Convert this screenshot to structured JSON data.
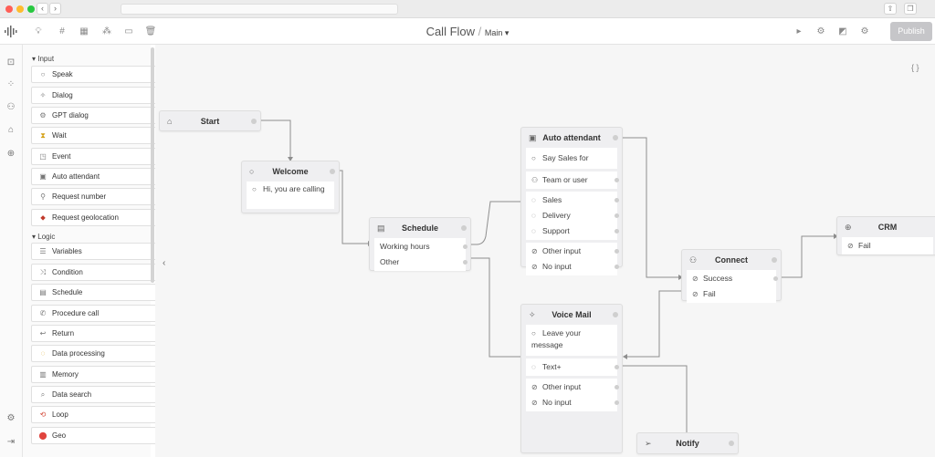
{
  "header": {
    "title": "Call Flow",
    "separator": "/",
    "subtitle": "Main ▾",
    "publish_label": "Publish"
  },
  "sidebar": {
    "input_label": "Input",
    "input_items": [
      {
        "label": "Speak",
        "icon": "speech-bubble-icon"
      },
      {
        "label": "Dialog",
        "icon": "dialog-icon"
      },
      {
        "label": "GPT dialog",
        "icon": "gpt-icon"
      },
      {
        "label": "Wait",
        "icon": "hourglass-icon"
      },
      {
        "label": "Event",
        "icon": "event-icon"
      },
      {
        "label": "Auto attendant",
        "icon": "auto-attendant-icon"
      },
      {
        "label": "Request number",
        "icon": "person-icon"
      },
      {
        "label": "Request geolocation",
        "icon": "pin-icon"
      }
    ],
    "logic_label": "Logic",
    "logic_items": [
      {
        "label": "Variables",
        "icon": "variables-icon"
      },
      {
        "label": "Condition",
        "icon": "shuffle-icon"
      },
      {
        "label": "Schedule",
        "icon": "calendar-icon"
      },
      {
        "label": "Procedure call",
        "icon": "phone-icon"
      },
      {
        "label": "Return",
        "icon": "return-icon"
      },
      {
        "label": "Data processing",
        "icon": "bulb-icon"
      },
      {
        "label": "Memory",
        "icon": "database-icon"
      },
      {
        "label": "Data search",
        "icon": "search-icon"
      },
      {
        "label": "Loop",
        "icon": "loop-icon"
      },
      {
        "label": "Geo",
        "icon": "geo-pin-icon"
      }
    ]
  },
  "nodes": {
    "start": {
      "title": "Start"
    },
    "welcome": {
      "title": "Welcome",
      "text": "Hi, you are calling"
    },
    "schedule": {
      "title": "Schedule",
      "outputs": [
        "Working hours",
        "Other"
      ]
    },
    "auto_attendant": {
      "title": "Auto attendant",
      "say": "Say Sales for",
      "team": "Team or user",
      "options": [
        "Sales",
        "Delivery",
        "Support"
      ],
      "other_input": "Other input",
      "no_input": "No input"
    },
    "voice_mail": {
      "title": "Voice Mail",
      "text": "Leave your message",
      "text_var": "Text+",
      "other_input": "Other input",
      "no_input": "No input"
    },
    "connect": {
      "title": "Connect",
      "outputs": [
        "Success",
        "Fail"
      ]
    },
    "crm": {
      "title": "CRM",
      "outputs": [
        "Fail"
      ]
    },
    "notify": {
      "title": "Notify"
    }
  },
  "canvas": {
    "collapse_glyph": "‹",
    "braces_glyph": "{ }"
  },
  "colors": {
    "publish_bg": "#c6c6c9",
    "geo_pin": "#e0443e",
    "geolocation_pin": "#c0392b",
    "wait_icon": "#d4a017",
    "loop_icon": "#d34a3a"
  }
}
